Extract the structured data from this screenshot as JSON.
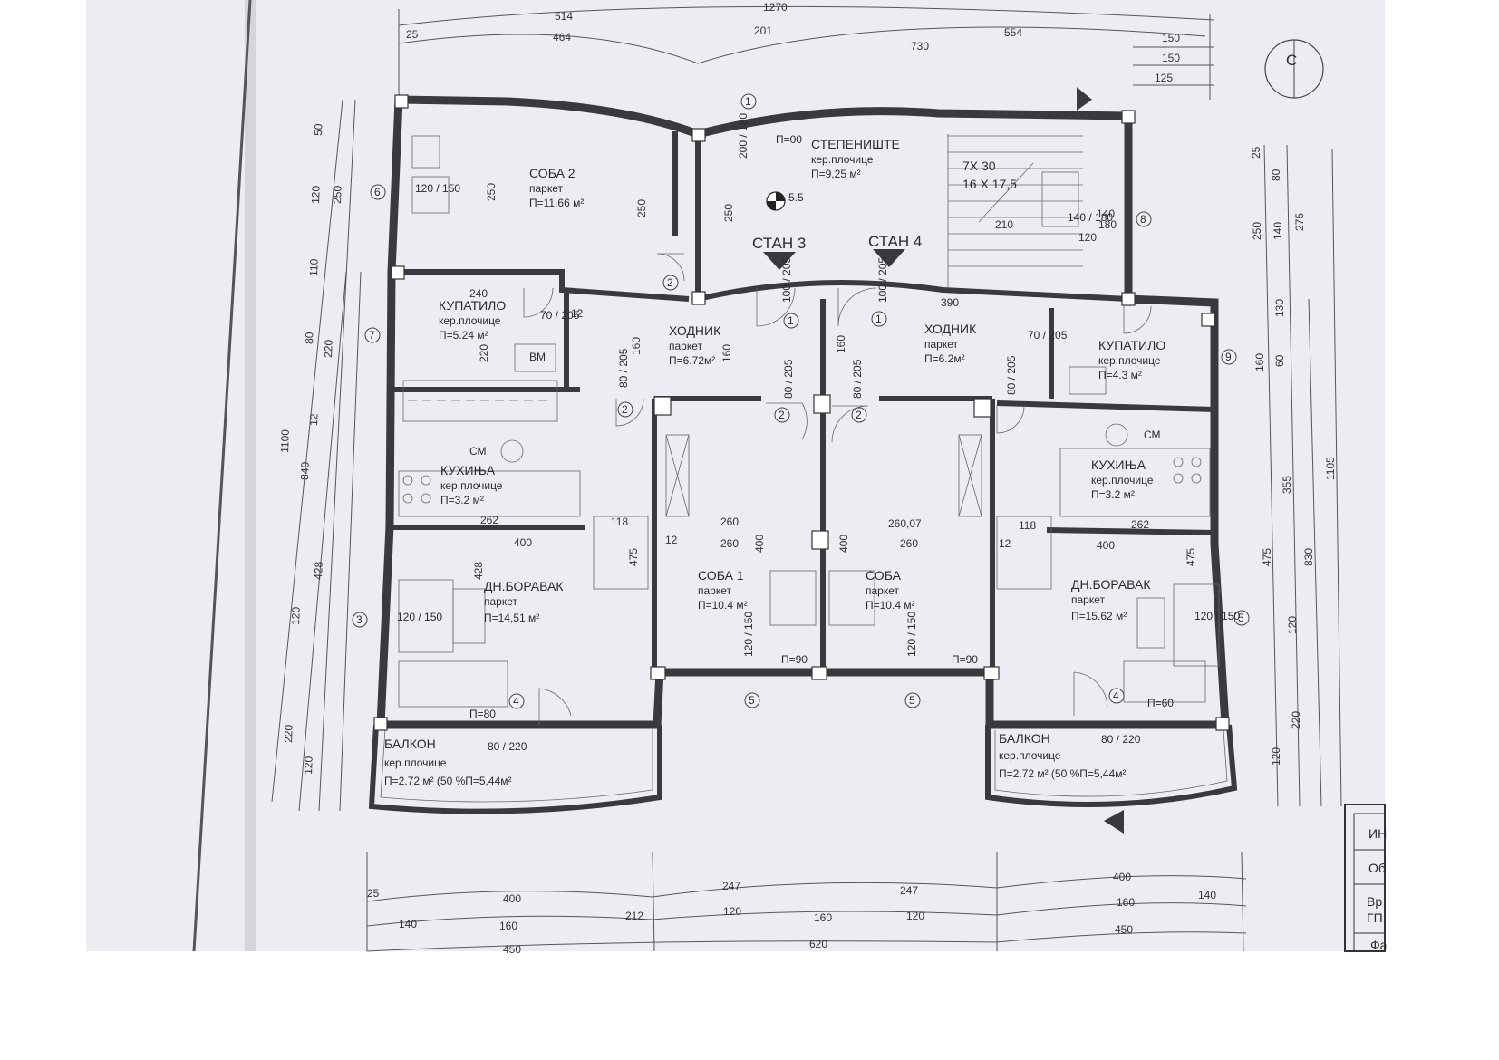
{
  "rooms": {
    "soba2": {
      "name": "СОБА 2",
      "floor": "паркет",
      "area": "П=11.66 м²"
    },
    "stepenishte": {
      "name": "СТЕПЕНИШТЕ",
      "floor": "кер.плочице",
      "area": "П=9,25 м²"
    },
    "kupatilo_l": {
      "name": "КУПАТИЛО",
      "floor": "кер.плочице",
      "area": "П=5.24 м²"
    },
    "hodnik_l": {
      "name": "ХОДНИК",
      "floor": "паркет",
      "area": "П=6.72м²"
    },
    "hodnik_r": {
      "name": "ХОДНИК",
      "floor": "паркет",
      "area": "П=6.2м²"
    },
    "kupatilo_r": {
      "name": "КУПАТИЛО",
      "floor": "кер.плочице",
      "area": "П=4.3 м²"
    },
    "kuhinja_l": {
      "name": "КУХИЊА",
      "floor": "кер.плочице",
      "area": "П=3.2 м²"
    },
    "kuhinja_r": {
      "name": "КУХИЊА",
      "floor": "кер.плочице",
      "area": "П=3.2 м²"
    },
    "boravak_l": {
      "name": "ДН.БОРАВАК",
      "floor": "паркет",
      "area": "П=14,51 м²"
    },
    "soba1": {
      "name": "СОБА 1",
      "floor": "паркет",
      "area": "П=10.4 м²"
    },
    "soba": {
      "name": "СОБА",
      "floor": "паркет",
      "area": "П=10.4 м²"
    },
    "boravak_r": {
      "name": "ДН.БОРАВАК",
      "floor": "паркет",
      "area": "П=15.62 м²"
    },
    "balkon_l": {
      "name": "БАЛКОН",
      "floor": "кер.плочице",
      "area": "П=2.72 м² (50 %П=5,44м²"
    },
    "balkon_r": {
      "name": "БАЛКОН",
      "floor": "кер.плочице",
      "area": "П=2.72 м² (50 %П=5,44м²"
    }
  },
  "labels": {
    "stan3": "СТАН 3",
    "stan4": "СТАН 4",
    "stairs_a": "7X 30",
    "stairs_b": "16 X 17,5",
    "level": "5.5",
    "north": "С",
    "title_block": [
      "ИН",
      "Об",
      "Вр",
      "ГП",
      "Фа"
    ]
  },
  "dims_top": {
    "d1270": "1270",
    "d514": "514",
    "d464": "464",
    "d201": "201",
    "d730": "730",
    "d554": "554",
    "d150a": "150",
    "d150b": "150",
    "d125": "125",
    "d25": "25"
  },
  "dims_bottom": {
    "d400a": "400",
    "d247a": "247",
    "d247b": "247",
    "d400b": "400",
    "d140a": "140",
    "d160a": "160",
    "d212": "212",
    "d120a": "120",
    "d160b": "160",
    "d120b": "120",
    "d160c": "160",
    "d140b": "140",
    "d450a": "450",
    "d620": "620",
    "d450b": "450",
    "d25": "25"
  },
  "dims_left": {
    "d1100": "1100",
    "d840": "840",
    "d428": "428",
    "d250": "250",
    "d220": "220",
    "d120a": "120",
    "d120b": "120",
    "d120c": "120",
    "d80": "80",
    "d110": "110",
    "d50": "50",
    "d12": "12",
    "d220b": "220"
  },
  "dims_right": {
    "d1105": "1105",
    "d830": "830",
    "d355": "355",
    "d475": "475",
    "d275": "275",
    "d250": "250",
    "d140": "140",
    "d130": "130",
    "d160": "160",
    "d60": "60",
    "d80": "80",
    "d120": "120",
    "d220": "220",
    "d120b": "120",
    "d25": "25"
  },
  "dims_inner": {
    "d240": "240",
    "d390": "390",
    "d262a": "262",
    "d262b": "262",
    "d400a": "400",
    "d400b": "400",
    "d260a": "260",
    "d260b": "260",
    "d26007": "260,07",
    "d260c": "260",
    "d118a": "118",
    "d118b": "118",
    "d250a": "250",
    "d250b": "250",
    "d250c": "250",
    "d160a": "160",
    "d160b": "160",
    "d160c": "160",
    "d220": "220",
    "d428": "428",
    "d475a": "475",
    "d475b": "475",
    "d400c": "400",
    "d400d": "400",
    "d210": "210",
    "d120": "120",
    "d140": "140",
    "d180": "180",
    "d12a": "12",
    "d12b": "12",
    "d12c": "12"
  },
  "door_tags": {
    "w1": "1",
    "w2": "2",
    "w4": "4",
    "w5": "5",
    "w6": "6",
    "w7": "7",
    "w8": "8",
    "w9": "9",
    "w3": "3"
  },
  "fixtures": {
    "vm": "ВМ",
    "sm": "СМ",
    "sm2": "СМ",
    "win_120_150": "120\n150",
    "p90": "П=90",
    "p80": "П=80",
    "p60": "П=60",
    "p00": "П=00"
  },
  "openings": {
    "o1": "80 / 205",
    "o2": "80 / 220",
    "o3": "100 / 205",
    "o4": "70 / 205",
    "o5": "120 / 150",
    "o6": "140 / 180",
    "o7": "200 / 180"
  }
}
